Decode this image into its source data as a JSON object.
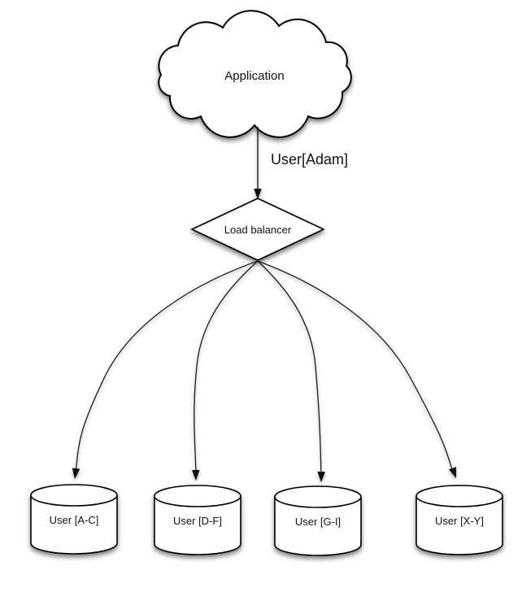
{
  "diagram": {
    "description": "Sharding architecture diagram: an application cloud sends a user request through a load balancer to four user database shards",
    "colors": {
      "background": "#ffffff",
      "shape_fill": "#ffffff",
      "stroke": "#000000",
      "text": "#111111"
    },
    "nodes": {
      "application": {
        "shape": "cloud",
        "label": "Application"
      },
      "load_balancer": {
        "shape": "diamond",
        "label": "Load balancer"
      },
      "shards": [
        {
          "shape": "cylinder",
          "label": "User [A-C]"
        },
        {
          "shape": "cylinder",
          "label": "User [D-F]"
        },
        {
          "shape": "cylinder",
          "label": "User [G-I]"
        },
        {
          "shape": "cylinder",
          "label": "User [X-Y]"
        }
      ]
    },
    "edges": {
      "app_to_lb": {
        "label": "User[Adam]"
      },
      "lb_to_shards_count": "4"
    }
  }
}
